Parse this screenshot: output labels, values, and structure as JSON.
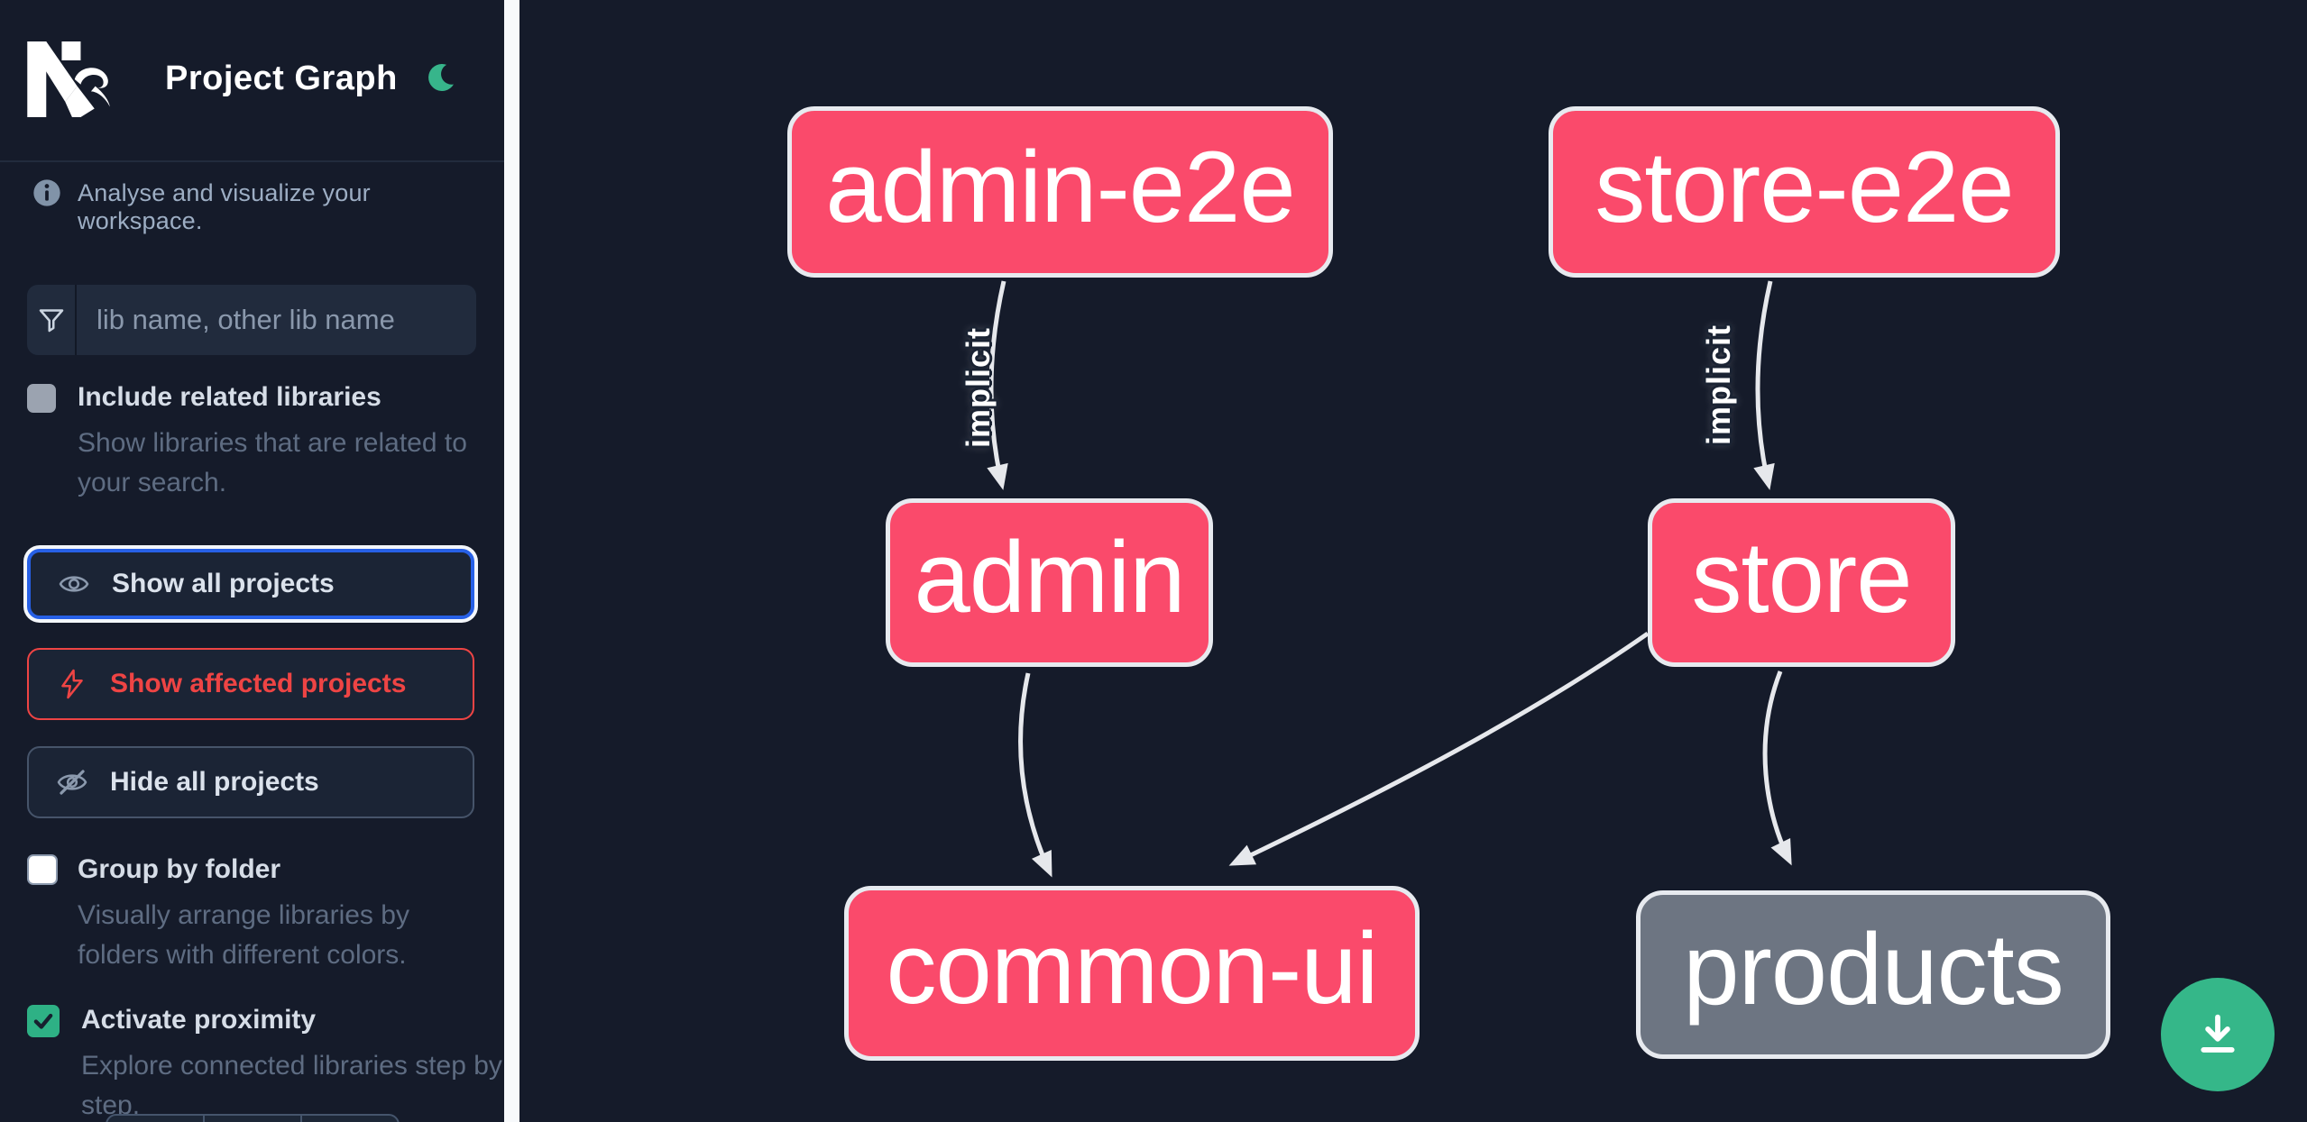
{
  "header": {
    "title": "Project Graph",
    "logo_icon": "nx-logo",
    "theme_toggle_icon": "moon-icon"
  },
  "info": {
    "icon": "info-icon",
    "text": "Analyse and visualize your workspace."
  },
  "search": {
    "icon": "filter-icon",
    "placeholder": "lib name, other lib name",
    "value": ""
  },
  "checkboxes": {
    "include_related": {
      "label": "Include related libraries",
      "description": "Show libraries that are related to your search.",
      "checked": false,
      "enabled": false
    },
    "group_by_folder": {
      "label": "Group by folder",
      "description": "Visually arrange libraries by folders with different colors.",
      "checked": false,
      "enabled": true
    },
    "activate_proximity": {
      "label": "Activate proximity",
      "description": "Explore connected libraries step by step.",
      "checked": true,
      "enabled": true
    }
  },
  "buttons": {
    "show_all": {
      "label": "Show all projects",
      "icon": "eye-icon",
      "focused": true
    },
    "show_affected": {
      "label": "Show affected projects",
      "icon": "bolt-icon"
    },
    "hide_all": {
      "label": "Hide all projects",
      "icon": "eye-off-icon"
    }
  },
  "graph": {
    "nodes": [
      {
        "id": "admin-e2e",
        "label": "admin-e2e",
        "color": "pink"
      },
      {
        "id": "store-e2e",
        "label": "store-e2e",
        "color": "pink"
      },
      {
        "id": "admin",
        "label": "admin",
        "color": "pink"
      },
      {
        "id": "store",
        "label": "store",
        "color": "pink"
      },
      {
        "id": "common-ui",
        "label": "common-ui",
        "color": "pink"
      },
      {
        "id": "products",
        "label": "products",
        "color": "gray"
      }
    ],
    "edges": [
      {
        "from": "admin-e2e",
        "to": "admin",
        "label": "implicit"
      },
      {
        "from": "store-e2e",
        "to": "store",
        "label": "implicit"
      },
      {
        "from": "admin",
        "to": "common-ui",
        "label": ""
      },
      {
        "from": "store",
        "to": "common-ui",
        "label": ""
      },
      {
        "from": "store",
        "to": "products",
        "label": ""
      }
    ]
  },
  "fab": {
    "icon": "download-icon"
  },
  "colors": {
    "background": "#151b2a",
    "node_pink": "#fa4a6b",
    "node_gray": "#6d7582",
    "node_border": "#e7eaef",
    "edge": "#e6e8ec",
    "focus_blue": "#2760e6",
    "accent_red": "#ee4444",
    "checkbox_green": "#2eb185",
    "fab_green": "#35b789",
    "scrollbar": "#f7f9fb"
  }
}
